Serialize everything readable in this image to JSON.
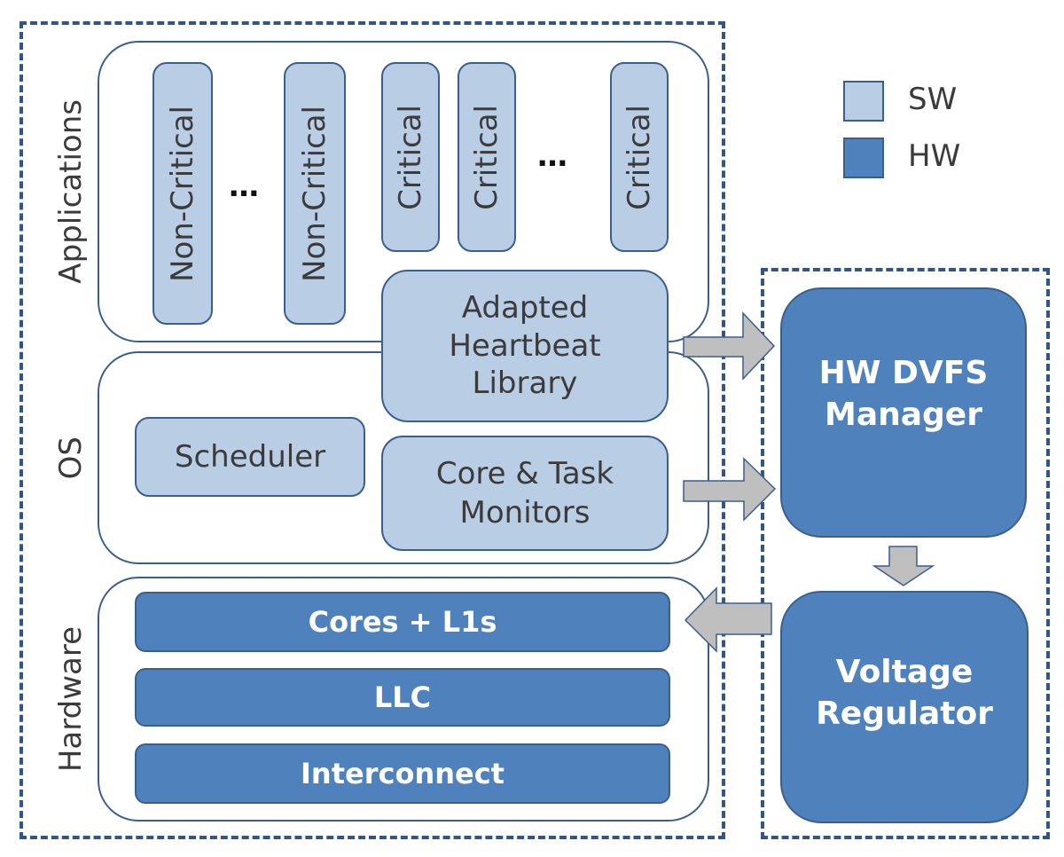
{
  "legend": {
    "items": [
      {
        "label": "SW",
        "color": "#b9cde5"
      },
      {
        "label": "HW",
        "color": "#4f81bd"
      }
    ]
  },
  "colors": {
    "sw_fill": "#b9cde5",
    "hw_fill": "#4f81bd",
    "border": "#3a5f8f",
    "dashed_border": "#2f5687",
    "arrow_fill": "#bfbfbf"
  },
  "system": {
    "layers": {
      "applications": {
        "label": "Applications",
        "apps": [
          "Non-Critical",
          "Non-Critical",
          "Critical",
          "Critical",
          "Critical"
        ],
        "ellipsis": "…"
      },
      "os": {
        "label": "OS",
        "scheduler": "Scheduler",
        "heartbeat_library": "Adapted Heartbeat Library",
        "monitors": "Core & Task Monitors"
      },
      "hardware": {
        "label": "Hardware",
        "components": [
          "Cores + L1s",
          "LLC",
          "Interconnect"
        ]
      }
    }
  },
  "controller": {
    "dvfs_manager": "HW DVFS Manager",
    "voltage_regulator": "Voltage Regulator"
  }
}
